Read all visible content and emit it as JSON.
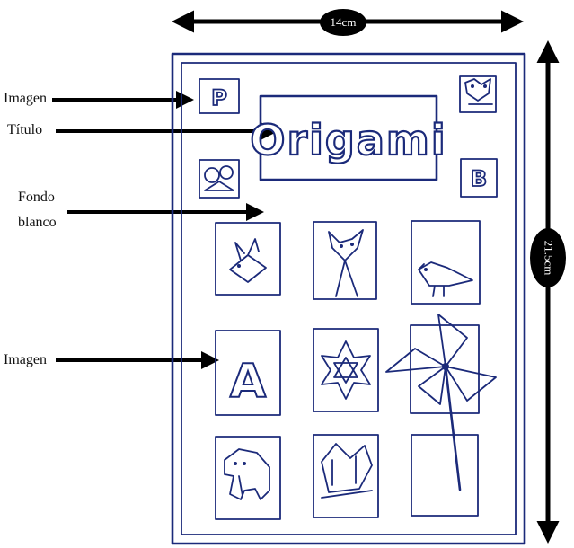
{
  "dimensions": {
    "width_label": "14cm",
    "height_label": "21.5cm"
  },
  "labels": {
    "imagen_top": "Imagen",
    "titulo": "Título",
    "fondo_line1": "Fondo",
    "fondo_line2": "blanco",
    "imagen_mid": "Imagen"
  },
  "cover": {
    "title_text": "Origami",
    "corner_letters": [
      "P",
      "B"
    ],
    "grid_letter": "A"
  },
  "colors": {
    "ink": "#1b2a7a",
    "arrow": "#000000",
    "badge": "#000000"
  }
}
